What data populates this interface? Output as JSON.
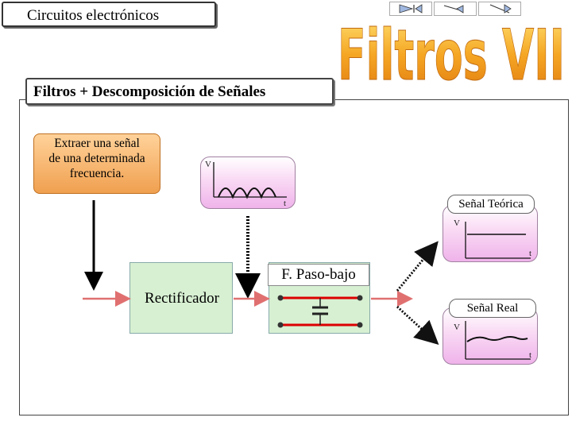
{
  "header": {
    "title": "Circuitos electrónicos"
  },
  "slide_title": "Filtros VII",
  "nav": [
    {
      "icon": "first-slide-icon"
    },
    {
      "icon": "previous-slide-icon"
    },
    {
      "icon": "next-slide-icon"
    }
  ],
  "section": {
    "title": "Filtros + Descomposición de Señales"
  },
  "note": {
    "line1": "Extraer una señal",
    "line2": "de una determinada",
    "line3": "frecuencia."
  },
  "input_graph": {
    "ylabel": "V",
    "xlabel": "t"
  },
  "rectifier": {
    "label": "Rectificador"
  },
  "filter": {
    "label": "F. Paso-bajo"
  },
  "theoretical": {
    "label": "Señal Teórica",
    "ylabel": "V",
    "xlabel": "t"
  },
  "real": {
    "label": "Señal Real",
    "ylabel": "V",
    "xlabel": "t"
  },
  "colors": {
    "arrow": "#e07070",
    "green": "#d7f0d2",
    "pink": "#efb3ea",
    "note": "#f0a050",
    "title_fill": "#f0a020"
  }
}
